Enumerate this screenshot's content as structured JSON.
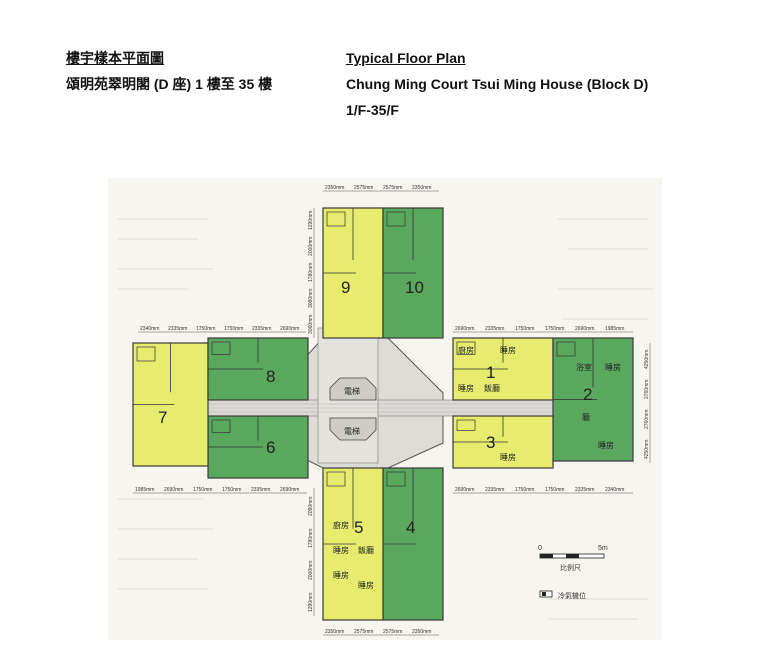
{
  "header": {
    "zh_title": "樓宇樣本平面圖",
    "zh_subtitle": "頌明苑翠明閣 (D 座) 1 樓至 35 樓",
    "en_title": "Typical Floor Plan",
    "en_subtitle": "Chung Ming Court Tsui Ming House (Block D)",
    "en_floors": "1/F-35/F"
  },
  "plan": {
    "flats": [
      {
        "number": "1",
        "color": "#e8ec6e"
      },
      {
        "number": "2",
        "color": "#5aa85e"
      },
      {
        "number": "3",
        "color": "#e8ec6e"
      },
      {
        "number": "4",
        "color": "#5aa85e"
      },
      {
        "number": "5",
        "color": "#e8ec6e"
      },
      {
        "number": "6",
        "color": "#5aa85e"
      },
      {
        "number": "7",
        "color": "#e8ec6e"
      },
      {
        "number": "8",
        "color": "#5aa85e"
      },
      {
        "number": "9",
        "color": "#e8ec6e"
      },
      {
        "number": "10",
        "color": "#5aa85e"
      }
    ],
    "rooms": {
      "kitchen": "廚房",
      "bedroom": "睡房",
      "living": "廳",
      "dining": "飯廳",
      "bath": "浴室",
      "lift": "電梯"
    },
    "dims": {
      "top": [
        "2350mm",
        "2575mm",
        "2575mm",
        "2350mm"
      ],
      "left": [
        "2340mm",
        "2335mm",
        "1750mm",
        "1750mm",
        "2335mm",
        "2690mm"
      ],
      "right": [
        "2690mm",
        "2335mm",
        "1750mm",
        "1750mm",
        "2690mm",
        "1985mm"
      ],
      "bottom_left": [
        "1985mm",
        "2690mm",
        "1750mm",
        "1750mm",
        "2335mm",
        "2690mm"
      ],
      "bottom_right": [
        "2690mm",
        "2335mm",
        "1750mm",
        "1750mm",
        "2335mm",
        "2340mm"
      ],
      "bottom": [
        "2350mm",
        "2575mm",
        "2575mm",
        "2350mm"
      ],
      "v_top": [
        "1290mm",
        "2000mm",
        "1780mm",
        "3080mm",
        "3060mm"
      ],
      "v_side": [
        "4250mm",
        "2760mm",
        "2760mm",
        "4250mm"
      ],
      "v_bottom": [
        "2090mm",
        "1780mm",
        "2000mm",
        "1290mm"
      ]
    },
    "scale": {
      "zero": "0",
      "max": "5m",
      "label": "比例尺"
    },
    "legend": {
      "ac_label": "冷氣機位"
    }
  }
}
